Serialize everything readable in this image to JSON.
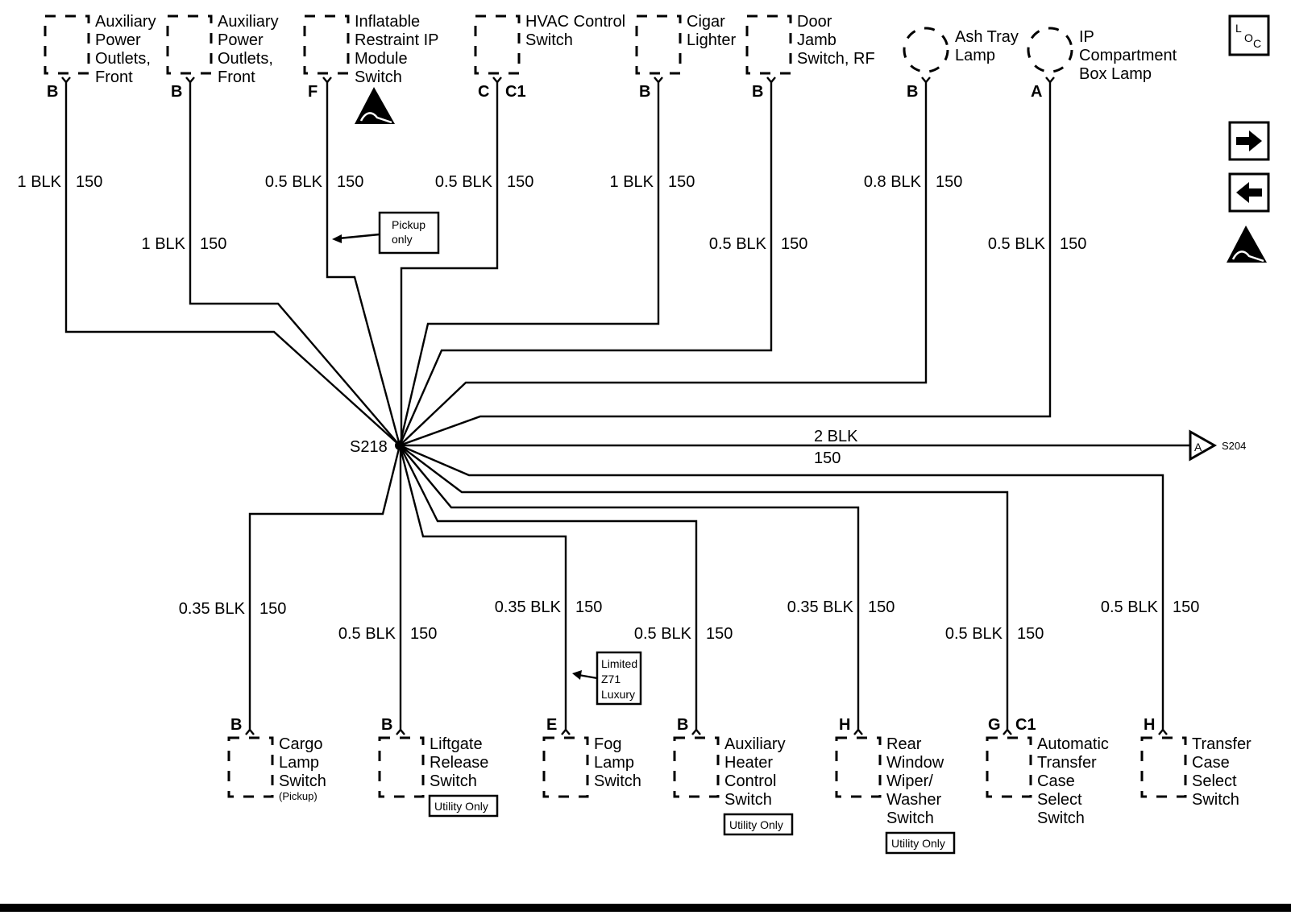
{
  "splice": {
    "id": "S218"
  },
  "top_components": [
    {
      "name": [
        "Auxiliary",
        "Power",
        "Outlets,",
        "Front"
      ],
      "pin": "B",
      "wire": "1 BLK",
      "circuit": "150",
      "shape": "rect"
    },
    {
      "name": [
        "Auxiliary",
        "Power",
        "Outlets,",
        "Front"
      ],
      "pin": "B",
      "wire": "1 BLK",
      "circuit": "150",
      "shape": "rect"
    },
    {
      "name": [
        "Inflatable",
        "Restraint IP",
        "Module",
        "Switch"
      ],
      "pin": "F",
      "wire": "0.5 BLK",
      "circuit": "150",
      "shape": "rect",
      "esd": true,
      "note": [
        "Pickup",
        "only"
      ]
    },
    {
      "name": [
        "HVAC Control",
        "Switch"
      ],
      "pin": "C",
      "connector": "C1",
      "wire": "0.5 BLK",
      "circuit": "150",
      "shape": "rect"
    },
    {
      "name": [
        "Cigar",
        "Lighter"
      ],
      "pin": "B",
      "wire": "1 BLK",
      "circuit": "150",
      "shape": "rect"
    },
    {
      "name": [
        "Door",
        "Jamb",
        "Switch, RF"
      ],
      "pin": "B",
      "wire": "0.5 BLK",
      "circuit": "150",
      "shape": "rect"
    },
    {
      "name": [
        "Ash Tray",
        "Lamp"
      ],
      "pin": "B",
      "wire": "0.8 BLK",
      "circuit": "150",
      "shape": "circle"
    },
    {
      "name": [
        "IP",
        "Compartment",
        "Box Lamp"
      ],
      "pin": "A",
      "wire": "0.5 BLK",
      "circuit": "150",
      "shape": "circle"
    }
  ],
  "through_wire": {
    "wire": "2 BLK",
    "circuit": "150",
    "connector_pin": "A",
    "destination": "S204"
  },
  "bottom_components": [
    {
      "name": [
        "Cargo",
        "Lamp",
        "Switch"
      ],
      "subnote": "(Pickup)",
      "pin": "B",
      "wire": "0.35 BLK",
      "circuit": "150"
    },
    {
      "name": [
        "Liftgate",
        "Release",
        "Switch"
      ],
      "pin": "B",
      "wire": "0.5 BLK",
      "circuit": "150",
      "option": "Utility Only"
    },
    {
      "name": [
        "Fog",
        "Lamp",
        "Switch"
      ],
      "pin": "E",
      "wire": "0.35 BLK",
      "circuit": "150",
      "note": [
        "Limited",
        "Z71",
        "Luxury"
      ]
    },
    {
      "name": [
        "Auxiliary",
        "Heater",
        "Control",
        "Switch"
      ],
      "pin": "B",
      "wire": "0.5 BLK",
      "circuit": "150",
      "option": "Utility Only"
    },
    {
      "name": [
        "Rear",
        "Window",
        "Wiper/",
        "Washer",
        "Switch"
      ],
      "pin": "H",
      "wire": "0.35 BLK",
      "circuit": "150",
      "option": "Utility Only"
    },
    {
      "name": [
        "Automatic",
        "Transfer",
        "Case",
        "Select",
        "Switch"
      ],
      "pin": "G",
      "connector": "C1",
      "wire": "0.5 BLK",
      "circuit": "150"
    },
    {
      "name": [
        "Transfer",
        "Case",
        "Select",
        "Switch"
      ],
      "pin": "H",
      "wire": "0.5 BLK",
      "circuit": "150"
    }
  ],
  "side_nav": {
    "loc_label": [
      "L",
      "O",
      "C"
    ],
    "next_icon": "arrow-right-icon",
    "prev_icon": "arrow-left-icon",
    "esd_icon": "esd-warning-icon"
  }
}
